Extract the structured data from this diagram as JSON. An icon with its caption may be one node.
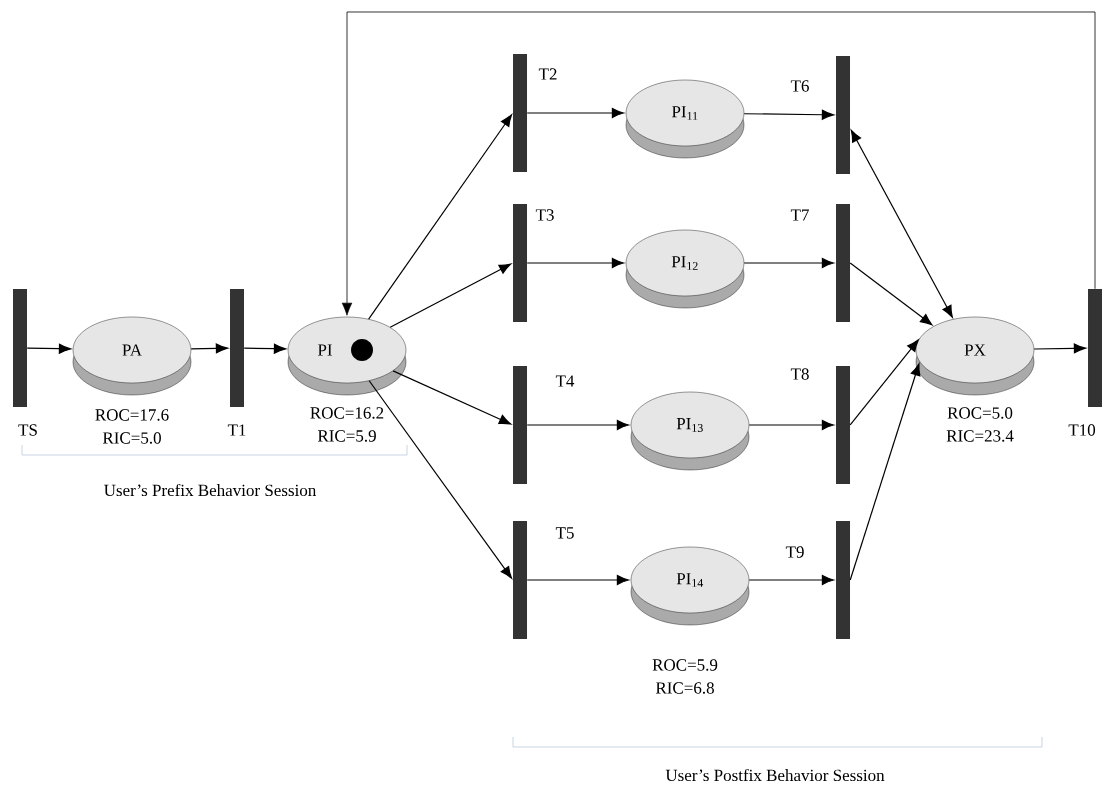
{
  "diagram": {
    "nodes": [
      {
        "text": [],
        "shape": "bar",
        "beside": [
          "TS"
        ]
      },
      {
        "text": [
          "PA"
        ],
        "beside": [
          "ROC=17.6",
          "RIC=5.0"
        ]
      },
      {
        "text": [],
        "shape": "bar",
        "beside": [
          "T1"
        ]
      },
      {
        "text": [
          "PI"
        ],
        "beside": [
          "ROC=16.2",
          "RIC=5.9"
        ]
      },
      {
        "text": [],
        "shape": "bar",
        "beside": [
          "T2"
        ]
      },
      {
        "text": [],
        "shape": "bar",
        "beside": [
          "T3"
        ]
      },
      {
        "text": [],
        "shape": "bar",
        "beside": [
          "T4"
        ]
      },
      {
        "text": [],
        "shape": "bar",
        "beside": [
          "T5"
        ]
      },
      {
        "text": [
          "PI$_{11}$"
        ]
      },
      {
        "text": [
          "PI$_{12}$"
        ]
      },
      {
        "text": [
          "PI$_{13}$"
        ]
      },
      {
        "text": [
          "PI$_{14}$"
        ],
        "beside": [
          "ROC=5.9",
          "RIC=6.8"
        ]
      },
      {
        "text": [],
        "shape": "bar",
        "beside": [
          "T6"
        ]
      },
      {
        "text": [],
        "shape": "bar",
        "beside": [
          "T7"
        ]
      },
      {
        "text": [],
        "shape": "bar",
        "beside": [
          "T8"
        ]
      },
      {
        "text": [],
        "shape": "bar",
        "beside": [
          "T9"
        ]
      },
      {
        "text": [
          "PX"
        ],
        "beside": [
          "ROC=5.0",
          "RIC=23.4"
        ]
      },
      {
        "text": [],
        "shape": "bar",
        "beside": [
          "T10"
        ]
      }
    ],
    "edges": [
      {
        "from": 0,
        "to": 1,
        "arrow": "to"
      },
      {
        "from": 1,
        "to": 2,
        "arrow": "to"
      },
      {
        "from": 2,
        "to": 3,
        "arrow": "to"
      },
      {
        "from": 3,
        "to": 4,
        "arrow": "to"
      },
      {
        "from": 3,
        "to": 5,
        "arrow": "to"
      },
      {
        "from": 3,
        "to": 6,
        "arrow": "to"
      },
      {
        "from": 3,
        "to": 7,
        "arrow": "to"
      },
      {
        "from": 4,
        "to": 8,
        "arrow": "to"
      },
      {
        "from": 5,
        "to": 9,
        "arrow": "to"
      },
      {
        "from": 6,
        "to": 10,
        "arrow": "to"
      },
      {
        "from": 7,
        "to": 11,
        "arrow": "to"
      },
      {
        "from": 8,
        "to": 12,
        "arrow": "to"
      },
      {
        "from": 9,
        "to": 13,
        "arrow": "to"
      },
      {
        "from": 10,
        "to": 14,
        "arrow": "to"
      },
      {
        "from": 11,
        "to": 15,
        "arrow": "to"
      },
      {
        "from": 12,
        "to": 16,
        "arrow": "both"
      },
      {
        "from": 13,
        "to": 16,
        "arrow": "to"
      },
      {
        "from": 14,
        "to": 16,
        "arrow": "to"
      },
      {
        "from": 15,
        "to": 16,
        "arrow": "to"
      },
      {
        "from": 16,
        "to": 17,
        "arrow": "to"
      },
      {
        "from": 17,
        "to": 3,
        "arrow": "to"
      }
    ],
    "labels": [
      "User’s Prefix Behavior Session",
      "User’s Postfix Behavior Session"
    ]
  }
}
